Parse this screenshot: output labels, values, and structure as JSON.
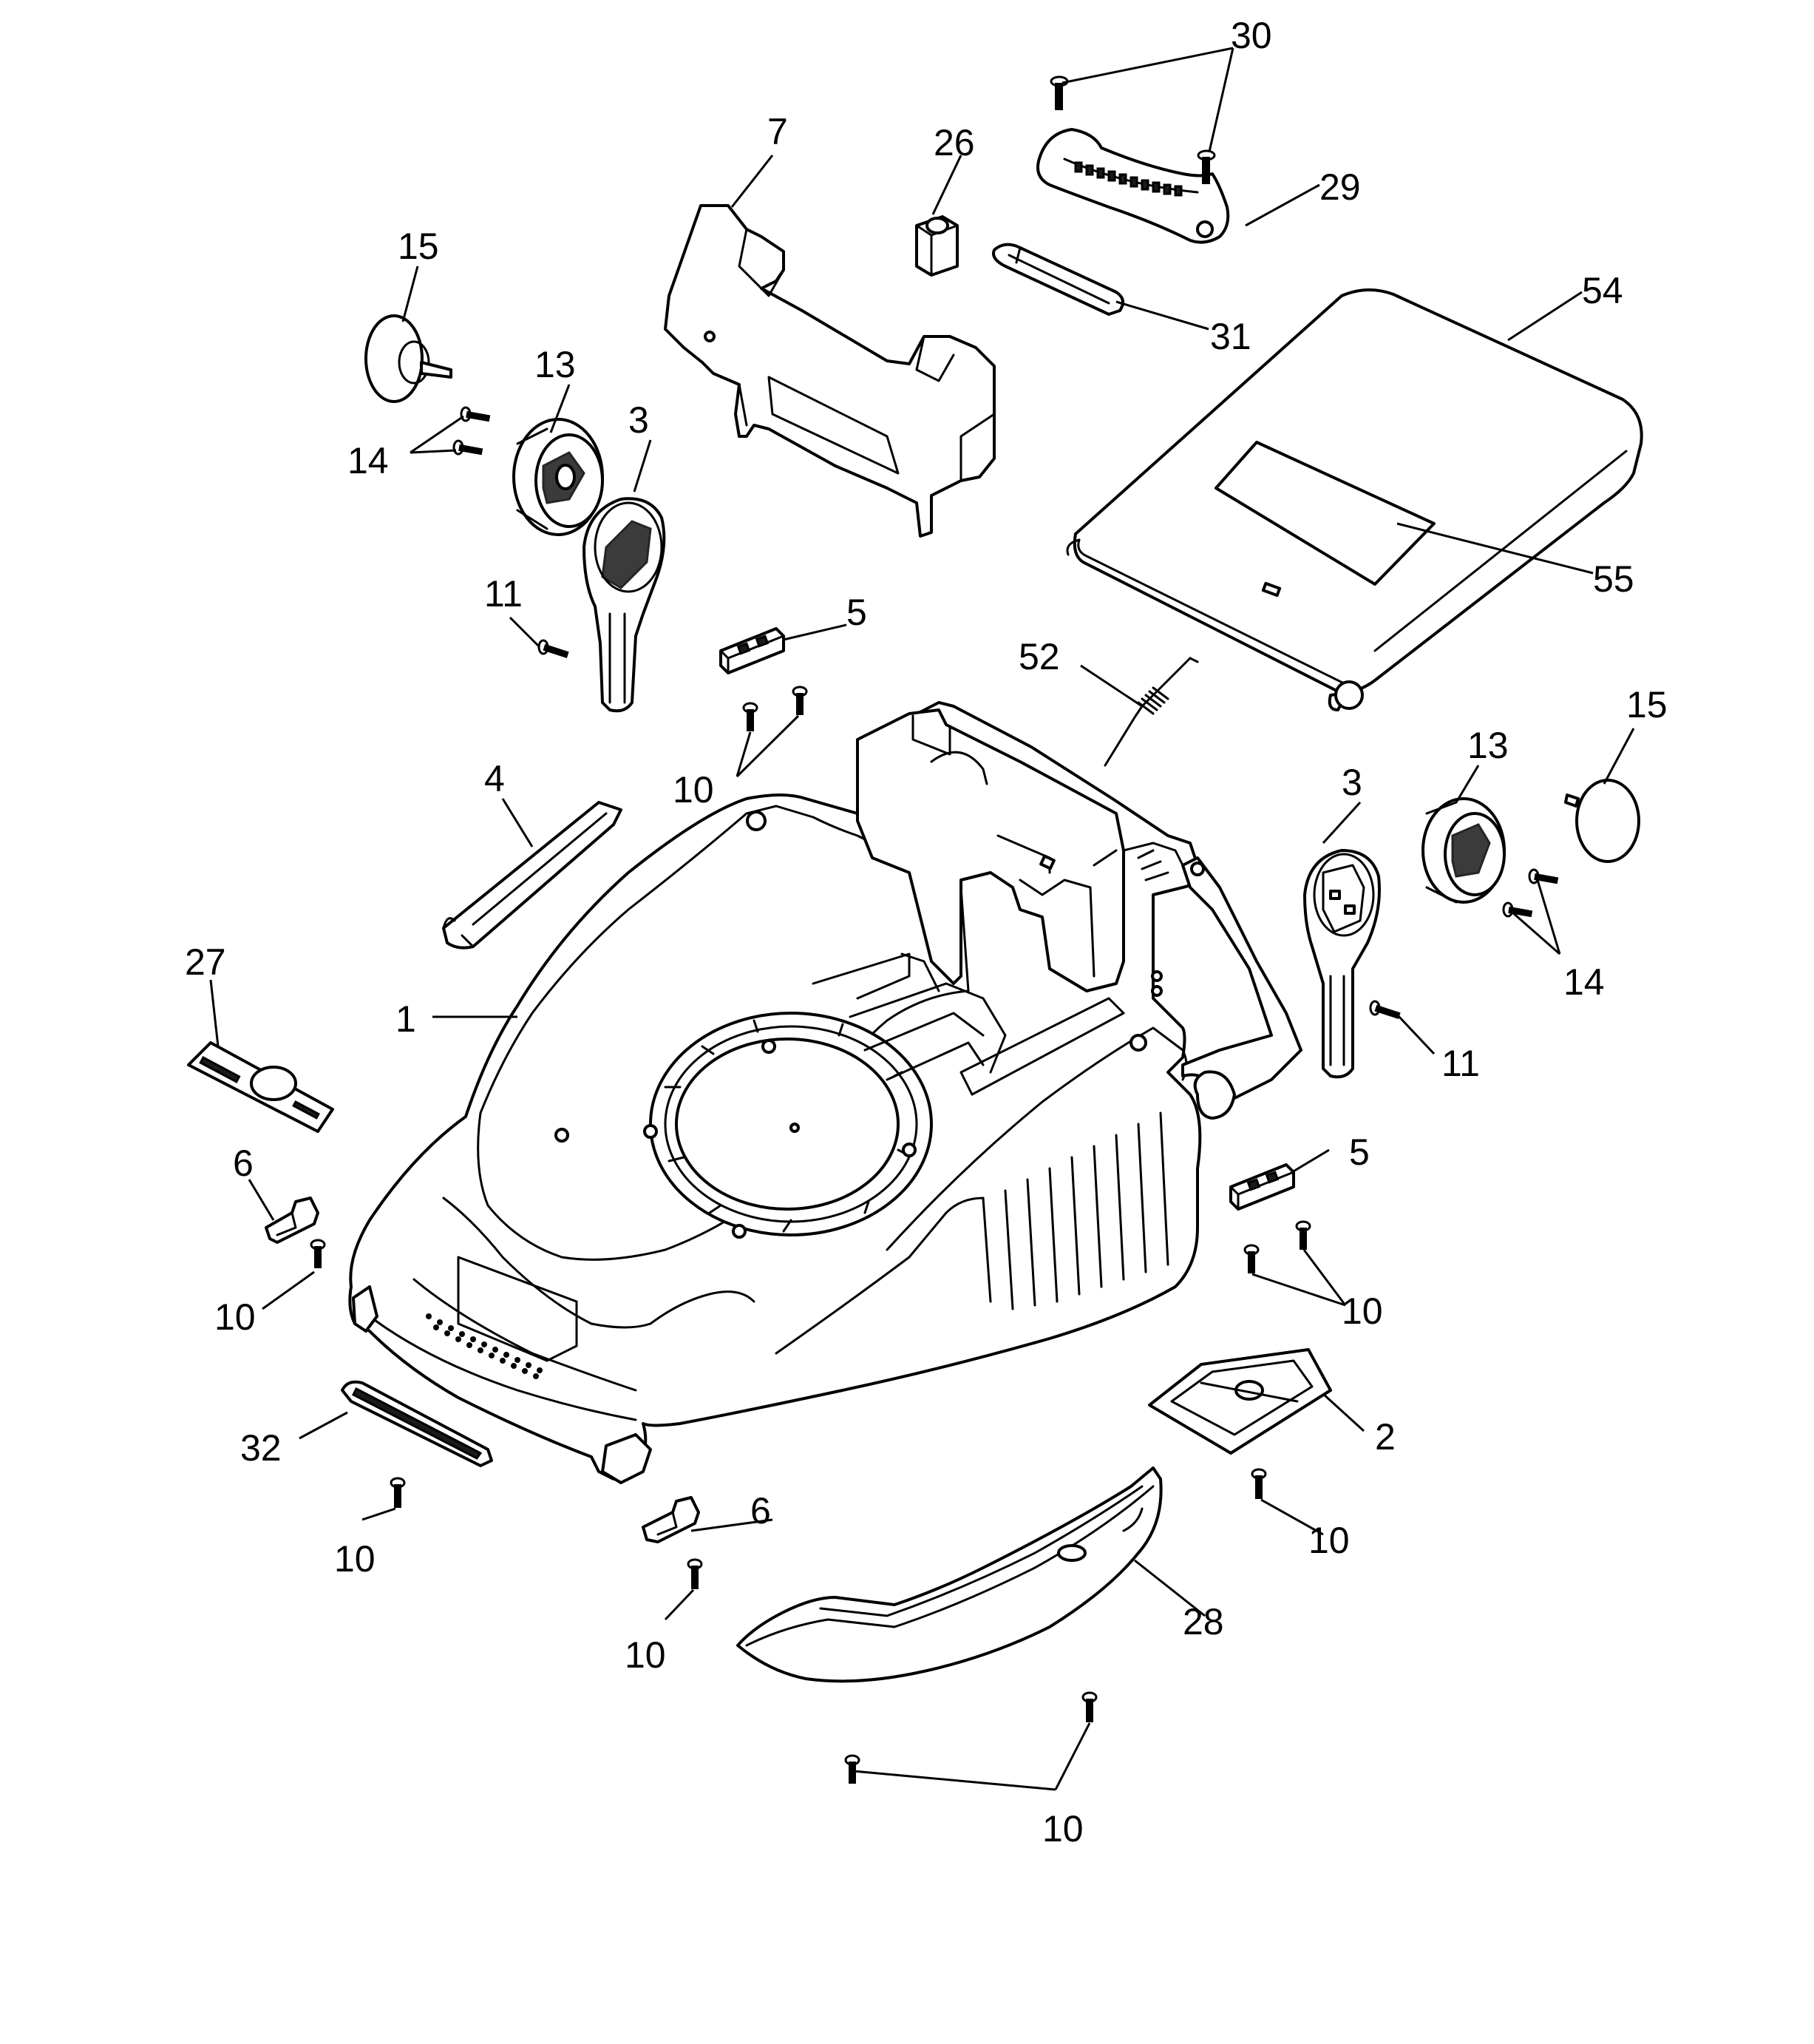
{
  "diagram": {
    "type": "exploded-parts-view",
    "callouts": {
      "housing": "1",
      "cover_plate": "2",
      "wheel_arm_left": "3",
      "wheel_arm_right": "3",
      "clip_bar": "4",
      "bracket_left": "5",
      "bracket_right": "5",
      "latch_left": "6",
      "latch_front": "6",
      "handle_mount": "7",
      "screw_10_a": "10",
      "screw_10_b": "10",
      "screw_10_c": "10",
      "screw_10_d": "10",
      "screw_10_e": "10",
      "screw_10_f": "10",
      "screw_10_g": "10",
      "screw_11_left": "11",
      "screw_11_right": "11",
      "wheel_left": "13",
      "wheel_right": "13",
      "screws_14_left": "14",
      "screws_14_right": "14",
      "hubcap_left": "15",
      "hubcap_right": "15",
      "knob": "26",
      "badge": "27",
      "front_guard": "28",
      "carry_handle": "29",
      "screws_30": "30",
      "handle_grip": "31",
      "front_grille": "32",
      "spring": "52",
      "grass_box_lid": "54",
      "lid_label": "55"
    }
  }
}
